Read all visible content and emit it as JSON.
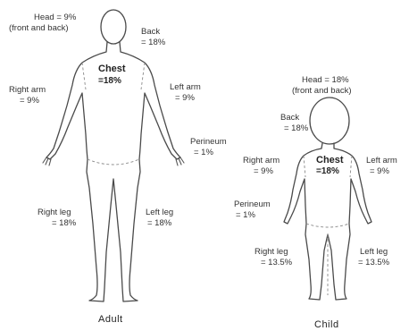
{
  "adult": {
    "caption": "Adult",
    "head": {
      "line1": "Head = 9%",
      "line2": "(front and back)"
    },
    "back": {
      "line1": "Back",
      "line2": "= 18%"
    },
    "chest": {
      "line1": "Chest",
      "line2": "=18%"
    },
    "right_arm": {
      "line1": "Right arm",
      "line2": "= 9%"
    },
    "left_arm": {
      "line1": "Left arm",
      "line2": "= 9%"
    },
    "perineum": {
      "line1": "Perineum",
      "line2": "= 1%"
    },
    "right_leg": {
      "line1": "Right leg",
      "line2": "= 18%"
    },
    "left_leg": {
      "line1": "Left leg",
      "line2": "= 18%"
    }
  },
  "child": {
    "caption": "Child",
    "head": {
      "line1": "Head = 18%",
      "line2": "(front and back)"
    },
    "back": {
      "line1": "Back",
      "line2": "= 18%"
    },
    "chest": {
      "line1": "Chest",
      "line2": "=18%"
    },
    "right_arm": {
      "line1": "Right arm",
      "line2": "= 9%"
    },
    "left_arm": {
      "line1": "Left arm",
      "line2": "= 9%"
    },
    "perineum": {
      "line1": "Perineum",
      "line2": "= 1%"
    },
    "right_leg": {
      "line1": "Right leg",
      "line2": "= 13.5%"
    },
    "left_leg": {
      "line1": "Left leg",
      "line2": "= 13.5%"
    }
  }
}
